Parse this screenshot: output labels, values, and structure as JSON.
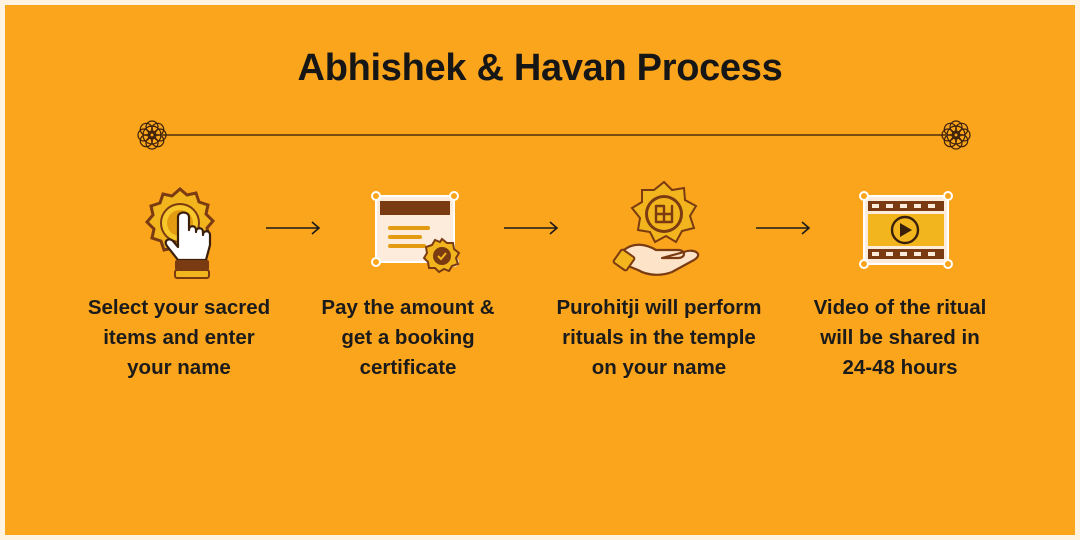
{
  "title": "Abhishek & Havan Process",
  "colors": {
    "background": "#fba51c",
    "border": "#fdf3e0",
    "accent_brown": "#7a3b12",
    "accent_gold": "#f2b51d",
    "text": "#161616"
  },
  "steps": [
    {
      "icon": "pointing-hand-icon",
      "lines": [
        "Select your sacred",
        "items and enter",
        "your name"
      ]
    },
    {
      "icon": "certificate-icon",
      "lines": [
        "Pay the amount &",
        "get a booking",
        "certificate"
      ]
    },
    {
      "icon": "offering-hand-icon",
      "lines": [
        "Purohitji will perform",
        "rituals in the temple",
        "on your name"
      ]
    },
    {
      "icon": "video-icon",
      "lines": [
        "Video of the ritual",
        "will be shared in",
        "24-48 hours"
      ]
    }
  ]
}
